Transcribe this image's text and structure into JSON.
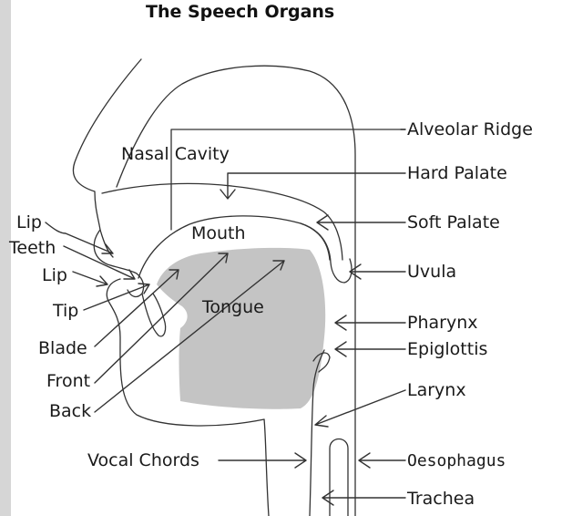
{
  "title": "The Speech Organs",
  "regions": {
    "nasal_cavity": "Nasal Cavity",
    "mouth": "Mouth",
    "tongue": "Tongue"
  },
  "labels": {
    "alveolar_ridge": "Alveolar Ridge",
    "hard_palate": "Hard Palate",
    "soft_palate": "Soft Palate",
    "uvula": "Uvula",
    "pharynx": "Pharynx",
    "epiglottis": "Epiglottis",
    "larynx": "Larynx",
    "oesophagus": "Oesophagus",
    "trachea": "Trachea",
    "vocal_chords": "Vocal Chords",
    "lip_upper": "Lip",
    "teeth": "Teeth",
    "lip_lower": "Lip",
    "tip": "Tip",
    "blade": "Blade",
    "front": "Front",
    "back": "Back"
  },
  "colors": {
    "line": "#333333",
    "tongue_fill": "#c4c4c4",
    "background": "#ffffff"
  }
}
